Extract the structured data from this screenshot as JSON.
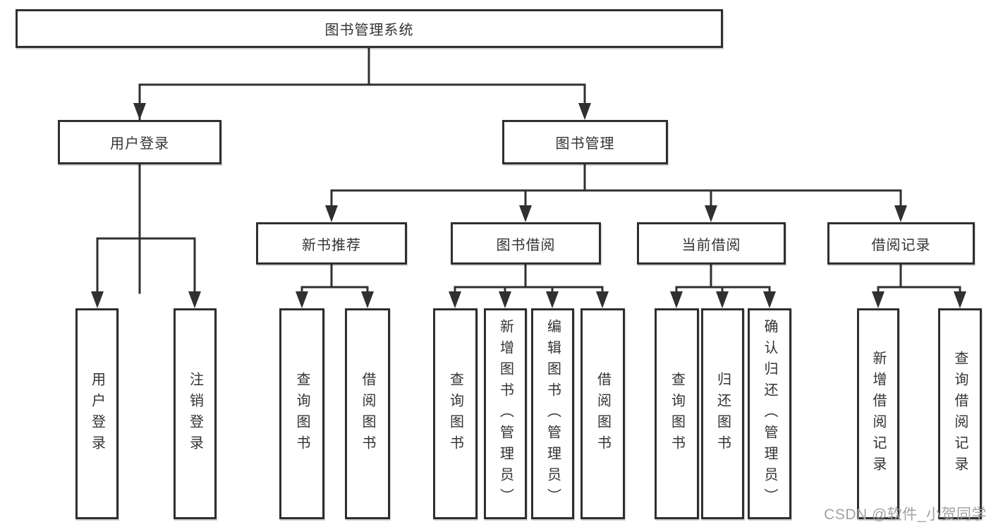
{
  "diagram": {
    "type": "org-tree",
    "colors": {
      "line": "#303030",
      "box_border": "#2f2f2f",
      "box_fill": "#ffffff",
      "text": "#333333",
      "background": "#ffffff",
      "watermark": "#a2a2a2"
    }
  },
  "tree": {
    "root": {
      "label": "图书管理系统",
      "children": [
        {
          "label": "用户登录",
          "children": [
            {
              "label": "用户登录"
            },
            {
              "label": "注销登录"
            }
          ]
        },
        {
          "label": "图书管理",
          "children": [
            {
              "label": "新书推荐",
              "children": [
                {
                  "label": "查询图书"
                },
                {
                  "label": "借阅图书"
                }
              ]
            },
            {
              "label": "图书借阅",
              "children": [
                {
                  "label": "查询图书"
                },
                {
                  "label": "新增图书（管理员）"
                },
                {
                  "label": "编辑图书（管理员）"
                },
                {
                  "label": "借阅图书"
                }
              ]
            },
            {
              "label": "当前借阅",
              "children": [
                {
                  "label": "查询图书"
                },
                {
                  "label": "归还图书"
                },
                {
                  "label": "确认归还（管理员）"
                }
              ]
            },
            {
              "label": "借阅记录",
              "children": [
                {
                  "label": "新增借阅记录"
                },
                {
                  "label": "查询借阅记录"
                }
              ]
            }
          ]
        }
      ]
    }
  },
  "watermark": {
    "text": "CSDN @软件_小贺同学"
  }
}
